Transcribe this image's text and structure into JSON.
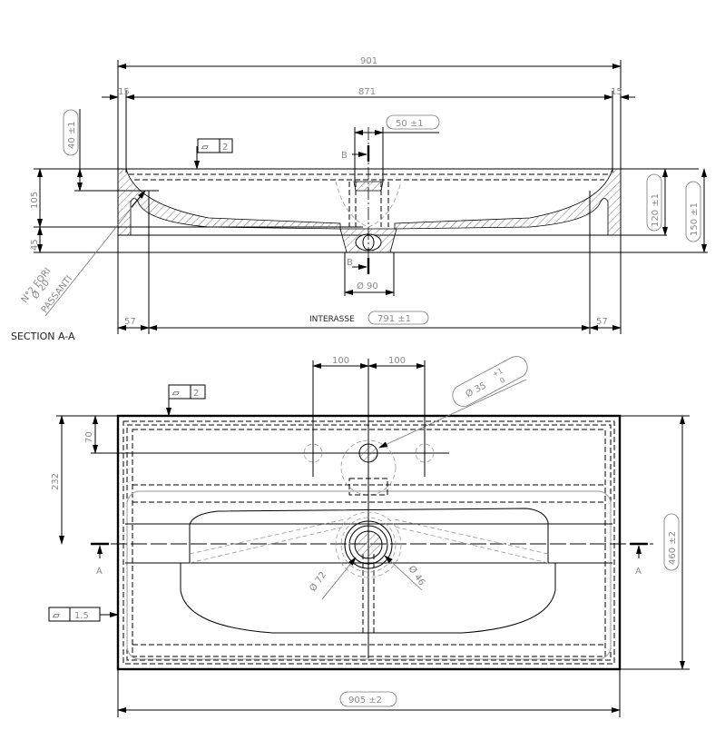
{
  "drawing": {
    "type": "technical drawing - washbasin",
    "section_view": {
      "title": "SECTION A-A",
      "overall_width": "901",
      "inner_width": "871",
      "rim_left": "15",
      "rim_right": "15",
      "tap_offset": "50 ±1",
      "rim_depth": "40 ±1",
      "depth_upper": "105",
      "depth_lower": "45",
      "height_120": "120 ±1",
      "height_150": "150 ±1",
      "drain_diameter": "Ø 90",
      "section_mark_top": "B",
      "section_mark_bottom": "B",
      "flatness_symbol": "▱",
      "flatness_value": "2",
      "holes_note_line1": "N°2 FORI",
      "holes_note_line2": "Ø 20",
      "holes_note_line3": "PASSANTI",
      "interaxis_label": "INTERASSE",
      "interaxis_value": "791 ±1",
      "edge_left": "57",
      "edge_right": "57"
    },
    "plan_view": {
      "tap_spacing_left": "100",
      "tap_spacing_right": "100",
      "tap_hole_diameter": "Ø 35",
      "tap_hole_tol_upper": "+1",
      "tap_hole_tol_lower": "0",
      "tap_hole_offset": "70",
      "drain_center_offset": "232",
      "depth": "460 ±2",
      "width": "905 ±2",
      "drain_outer_diameter": "Ø 72",
      "drain_inner_diameter": "Ø 46",
      "flatness_symbol_top": "▱",
      "flatness_value_top": "2",
      "flatness_symbol_side": "▱",
      "flatness_value_side": "1.5",
      "section_mark_left": "A",
      "section_mark_right": "A"
    }
  }
}
